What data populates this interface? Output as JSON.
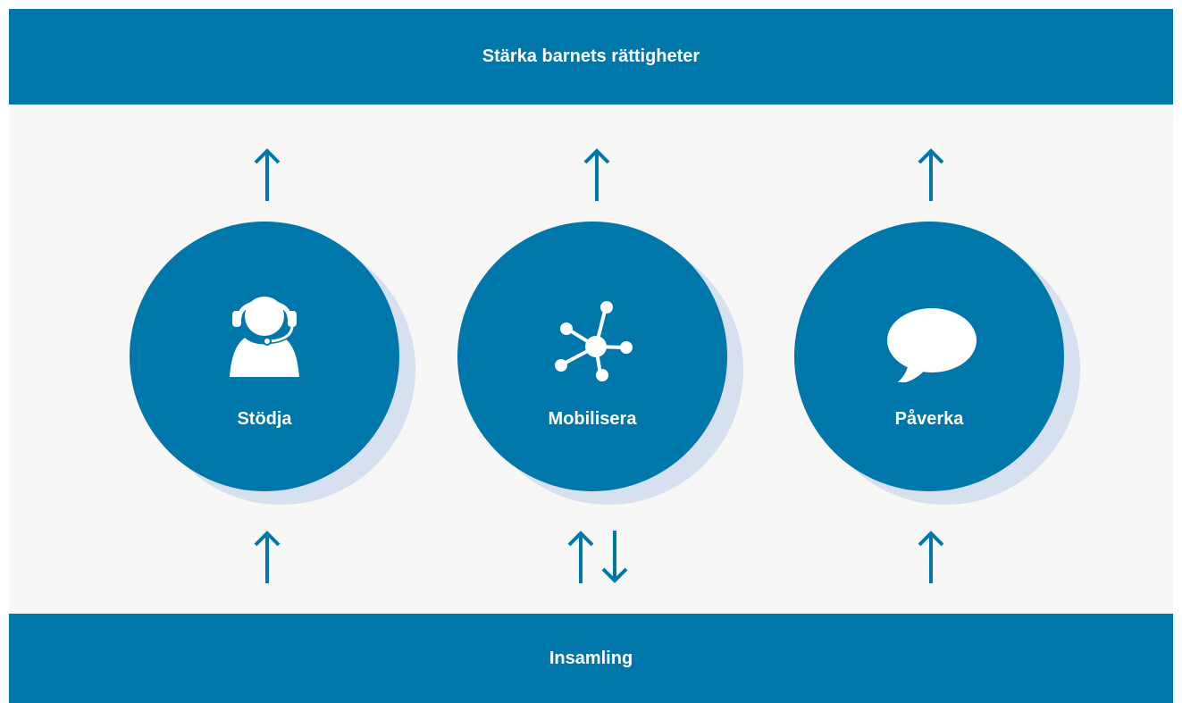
{
  "header": {
    "title": "Stärka barnets rättigheter"
  },
  "footer": {
    "title": "Insamling"
  },
  "nodes": [
    {
      "label": "Stödja",
      "icon": "headset-person-icon"
    },
    {
      "label": "Mobilisera",
      "icon": "network-icon"
    },
    {
      "label": "Påverka",
      "icon": "speech-bubble-icon"
    }
  ],
  "colors": {
    "primary": "#0077ab",
    "shadow": "#d6e0ee",
    "background": "#f7f7f5"
  }
}
